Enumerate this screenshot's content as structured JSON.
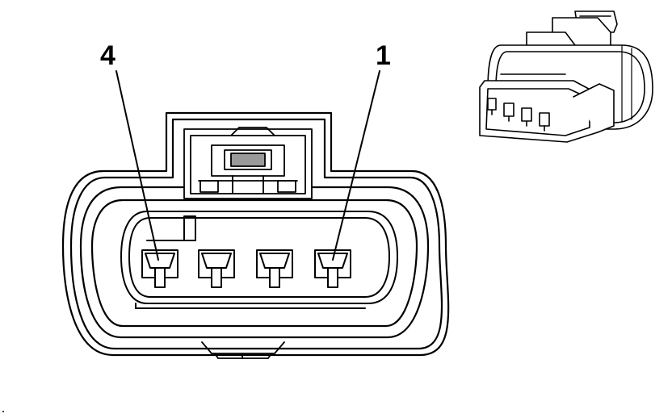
{
  "diagram": {
    "pin_labels": {
      "left": "4",
      "right": "1"
    },
    "connector": {
      "cavity_count": 4,
      "line_color": "#000000",
      "fill_color": "#ffffff",
      "latch_shading": "#7a7a7a"
    },
    "inset_view": {
      "description_icon": "connector-3d-icon"
    }
  }
}
